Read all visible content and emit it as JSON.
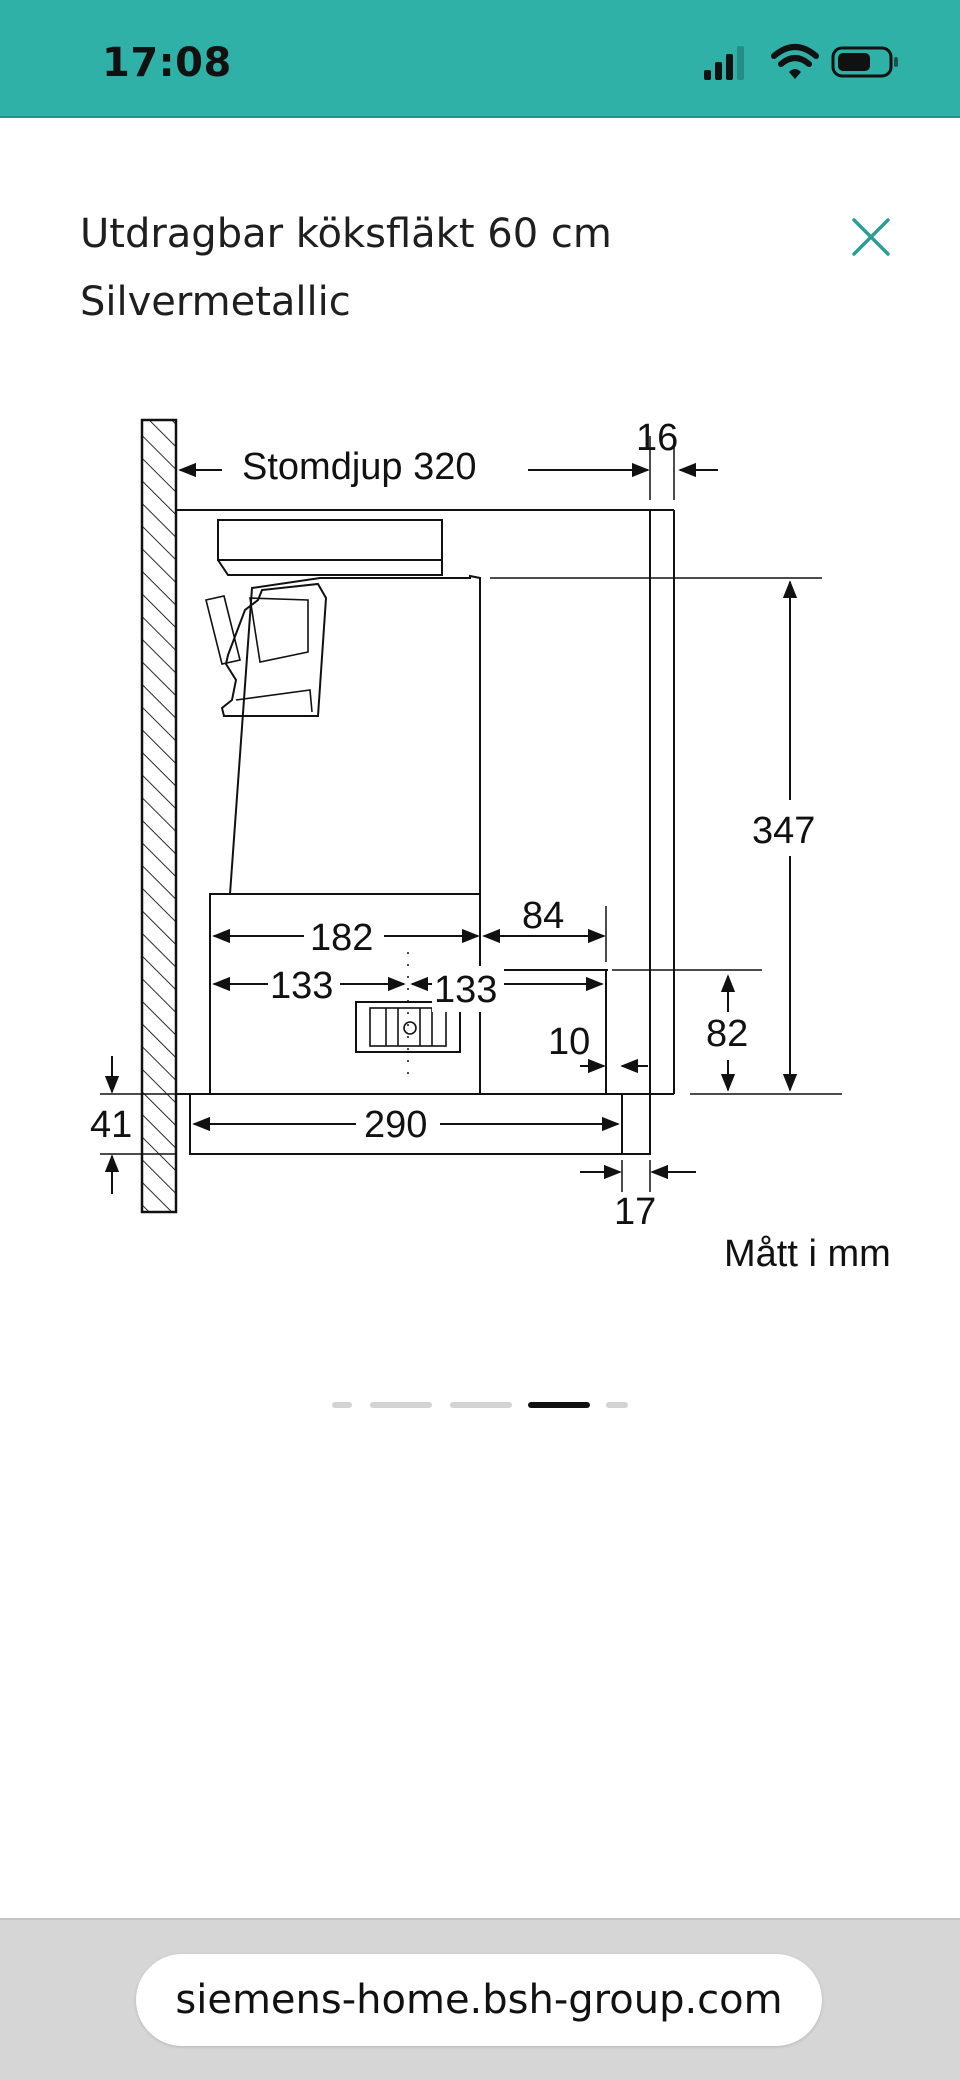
{
  "status_bar": {
    "time": "17:08",
    "background": "#2fb1a8",
    "icons": [
      "cellular-signal-icon",
      "wifi-icon",
      "battery-icon"
    ]
  },
  "product": {
    "title": "Utdragbar köksfläkt 60 cm Silvermetallic",
    "close_icon": "close-icon",
    "accent_color": "#2a9d95"
  },
  "drawing": {
    "labels": {
      "stomdjup": "Stomdjup 320",
      "d16": "16",
      "d347": "347",
      "d182": "182",
      "d84": "84",
      "d133_left": "133",
      "d133_right": "133",
      "d82": "82",
      "d10": "10",
      "d41": "41",
      "d290": "290",
      "d17": "17",
      "units": "Mått i mm"
    }
  },
  "pager": {
    "count": 5,
    "active_index": 3
  },
  "browser": {
    "url": "siemens-home.bsh-group.com"
  }
}
